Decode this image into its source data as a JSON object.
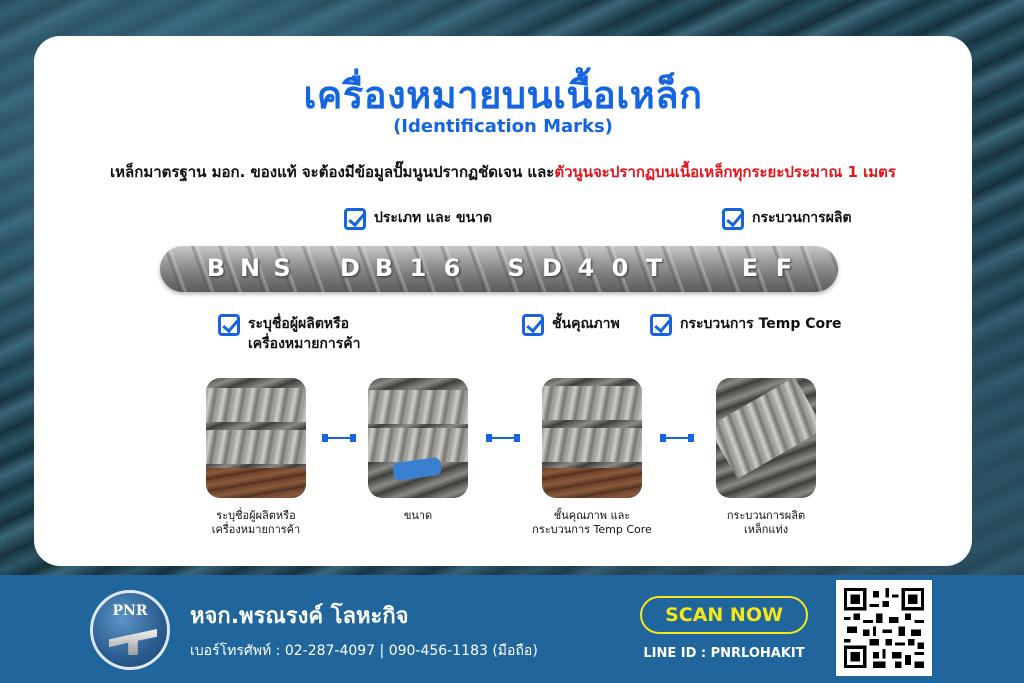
{
  "title": "เครื่องหมายบนเนื้อเหล็ก",
  "subtitle": "(Identification Marks)",
  "description": {
    "normal": "เหล็กมาตรฐาน มอก. ของแท้ จะต้องมีข้อมูลปั๊มนูนปรากฏชัดเจน และ",
    "highlight": "ตัวนูนจะปรากฏบนเนื้อเหล็กทุกระยะประมาณ 1 เมตร"
  },
  "labels": {
    "type_size": "ประเภท และ ขนาด",
    "process": "กระบวนการผลิต",
    "manufacturer_line1": "ระบุชื่อผู้ผลิตหรือ",
    "manufacturer_line2": "เครื่องหมายการค้า",
    "grade": "ชั้นคุณภาพ",
    "temp_core": "กระบวนการ Temp Core"
  },
  "bar_marks": [
    "B",
    "N",
    "S",
    "D",
    "B",
    "1",
    "6",
    "S",
    "D",
    "4",
    "0",
    "T",
    "E",
    "F"
  ],
  "photos": [
    {
      "caption_line1": "ระบุชื่อผู้ผลิตหรือ",
      "caption_line2": "เครื่องหมายการค้า"
    },
    {
      "caption_line1": "ขนาด",
      "caption_line2": ""
    },
    {
      "caption_line1": "ชั้นคุณภาพ และ",
      "caption_line2": "กระบวนการ Temp Core"
    },
    {
      "caption_line1": "กระบวนการผลิต",
      "caption_line2": "เหล็กแท่ง"
    }
  ],
  "footer": {
    "logo_text": "PNR",
    "company": "หจก.พรณรงค์ โลหะกิจ",
    "phone": "เบอร์โทรศัพท์ : 02-287-4097 | 090-456-1183 (มือถือ)",
    "scan_label": "SCAN NOW",
    "line_id": "LINE ID : PNRLOHAKIT"
  },
  "colors": {
    "accent_blue": "#1565e0",
    "highlight_red": "#e3141b",
    "footer_blue": "#20669c",
    "scan_yellow": "#f6e61a"
  },
  "icons": [
    "checkbox-icon",
    "connector-icon",
    "qr-code",
    "logo"
  ]
}
